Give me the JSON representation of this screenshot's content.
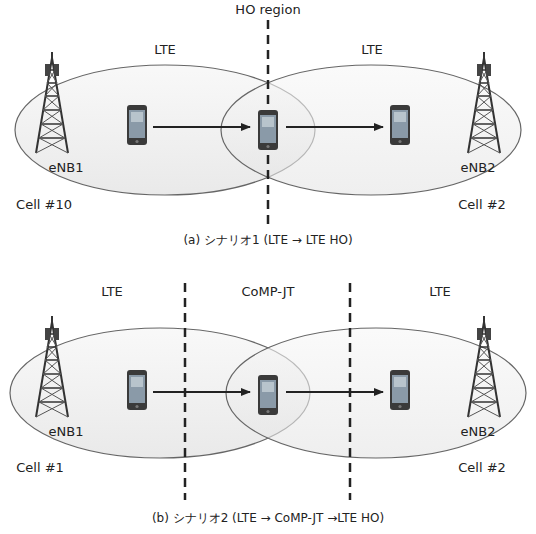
{
  "diagram": {
    "labels": [
      "HO region",
      "LTE",
      "LTE",
      "eNB1",
      "eNB2",
      "Cell #10",
      "Cell #2",
      "(a) シナリオ1 (LTE → LTE HO)",
      "LTE",
      "CoMP-JT",
      "LTE",
      "eNB1",
      "eNB2",
      "Cell #1",
      "Cell #2",
      "(b) シナリオ2 (LTE → CoMP-JT →LTE HO)"
    ]
  }
}
